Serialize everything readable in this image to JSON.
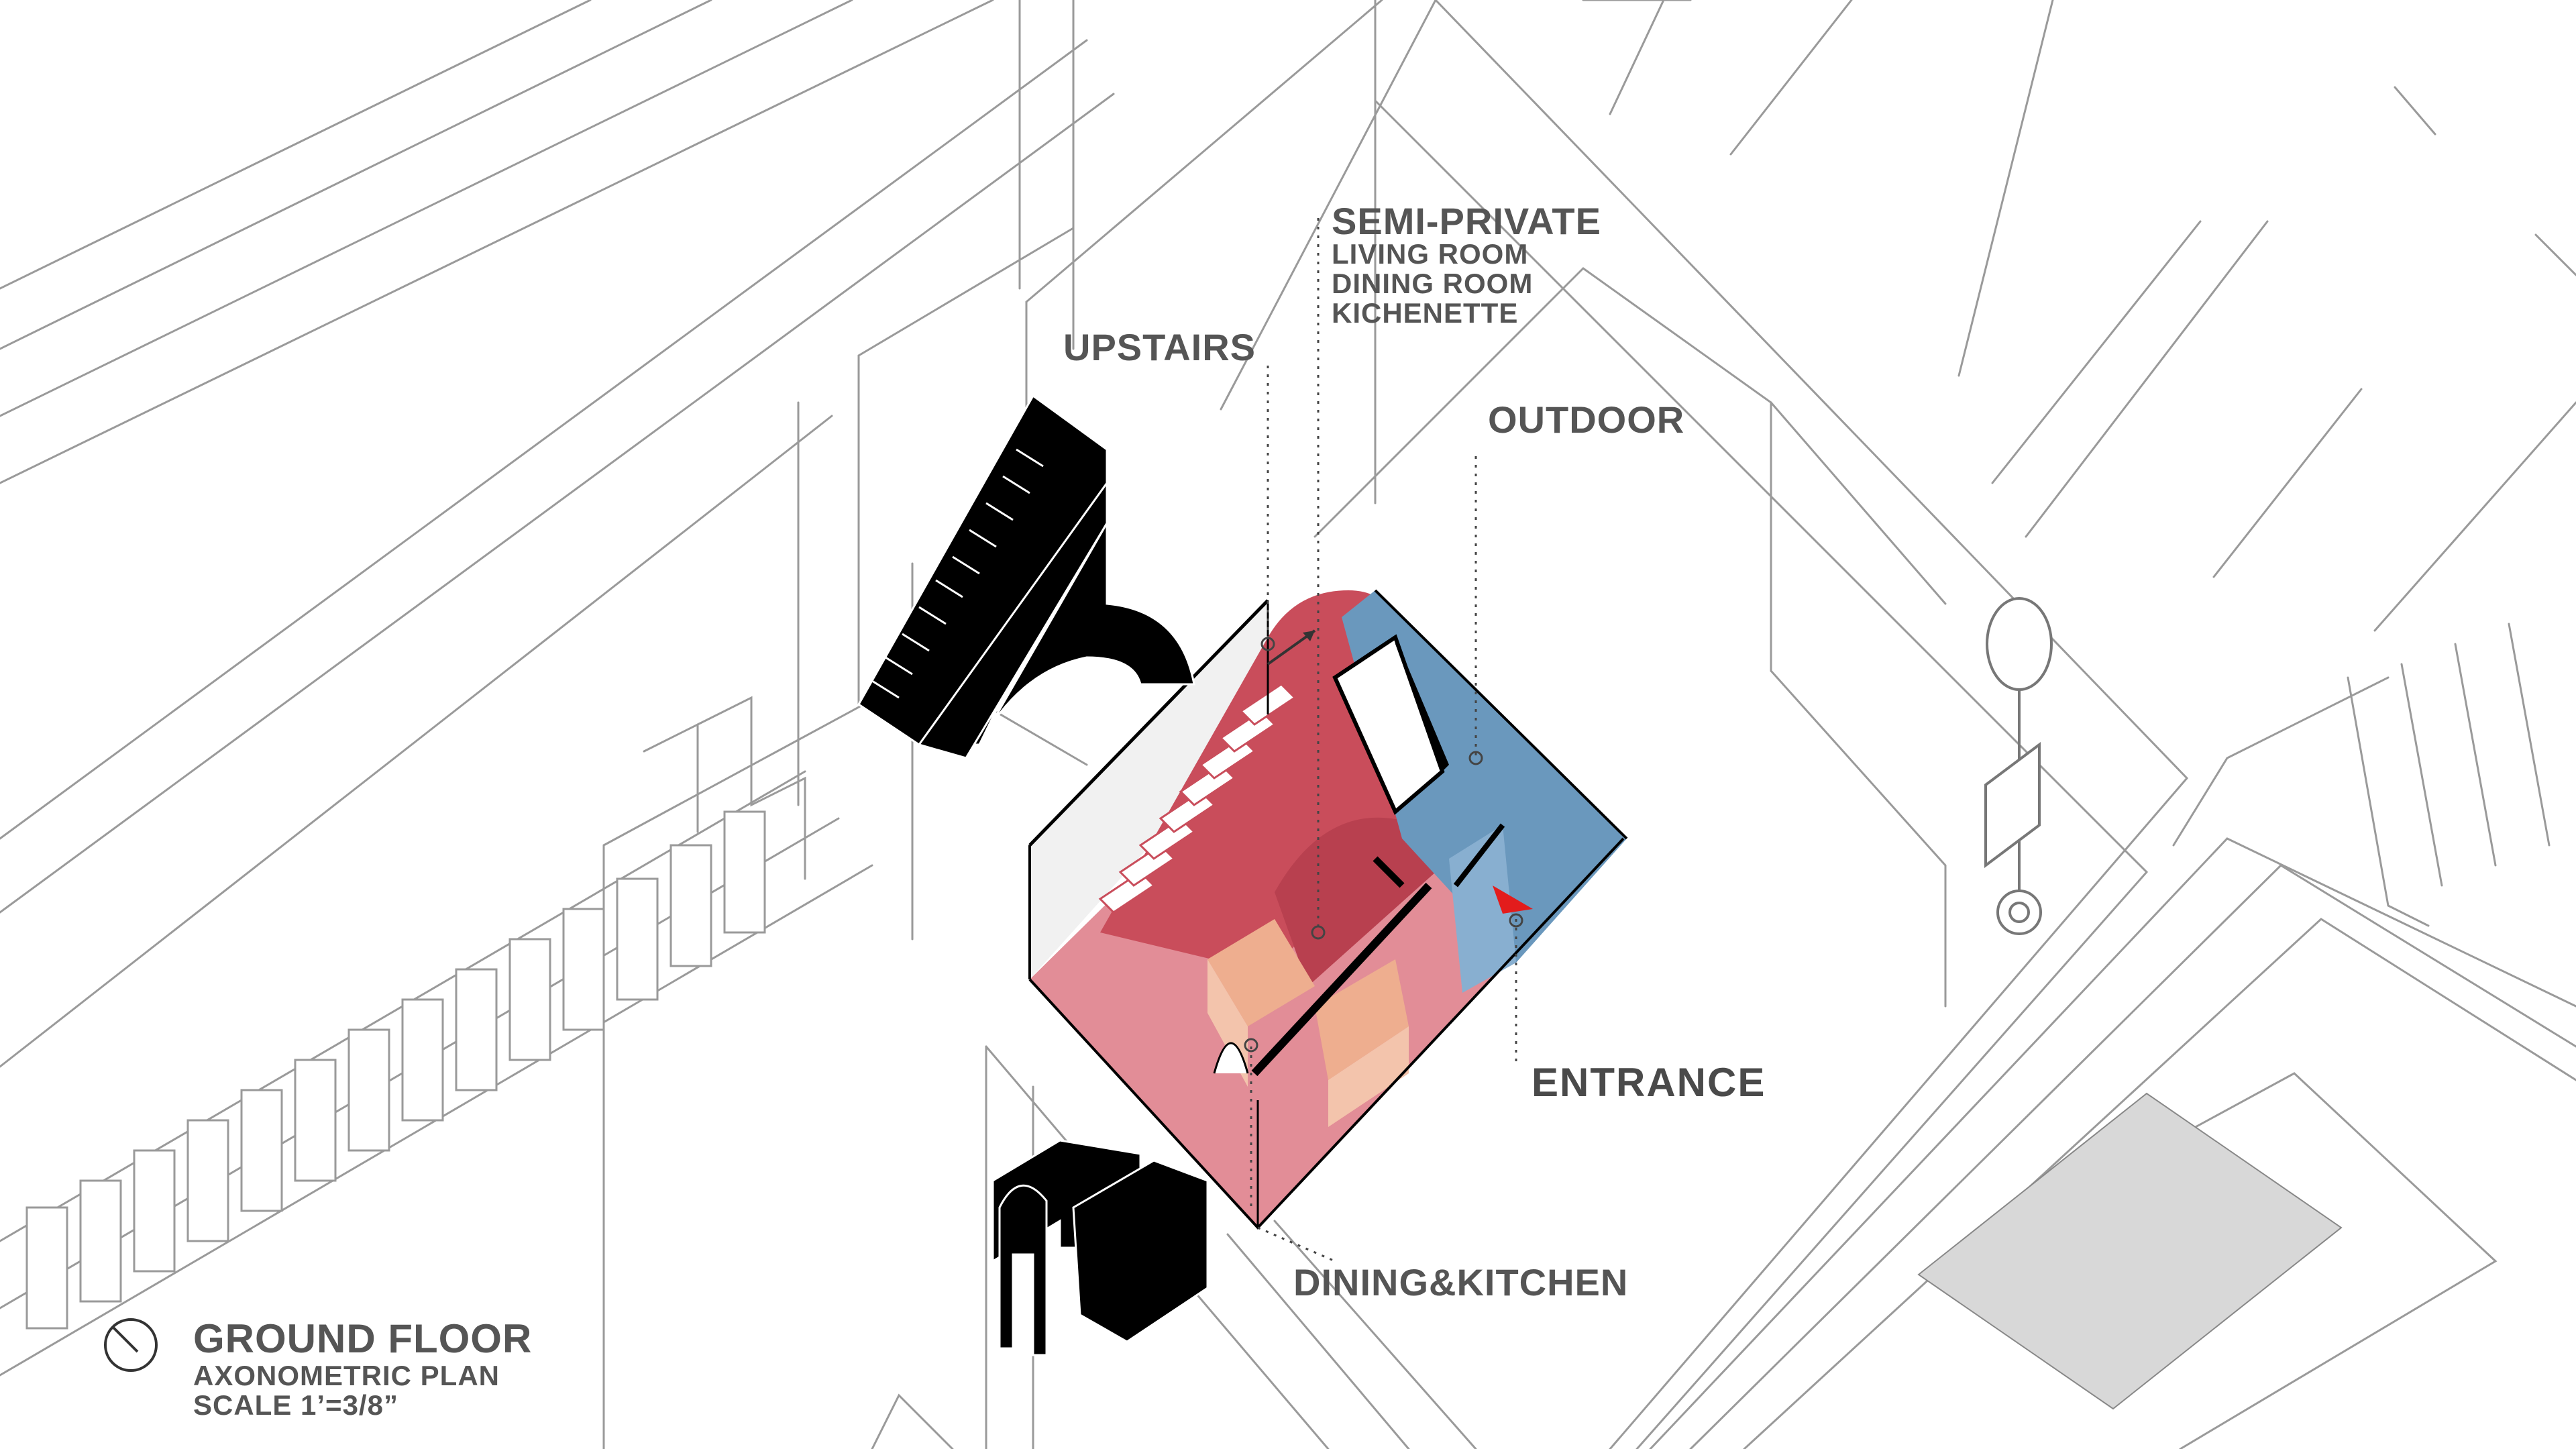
{
  "labels": {
    "semi_private": {
      "title": "SEMI-PRIVATE",
      "items": [
        "LIVING ROOM",
        "DINING ROOM",
        "KICHENETTE"
      ]
    },
    "upstairs": "UPSTAIRS",
    "outdoor": "OUTDOOR",
    "entrance": "ENTRANCE",
    "dining_kitchen": "DINING&KITCHEN"
  },
  "legend": {
    "title": "GROUND FLOOR",
    "subtitle": "AXONOMETRIC PLAN",
    "scale": "SCALE 1’=3/8”",
    "icon": "north-arrow-icon"
  },
  "colors": {
    "semi_private_red": "#c94d5b",
    "floor_pink": "#e28d97",
    "outdoor_blue": "#6a98bd",
    "furniture_peach": "#eeae8f",
    "entrance_marker": "#e31c1c",
    "line": "#333333",
    "label_text": "#555555"
  }
}
